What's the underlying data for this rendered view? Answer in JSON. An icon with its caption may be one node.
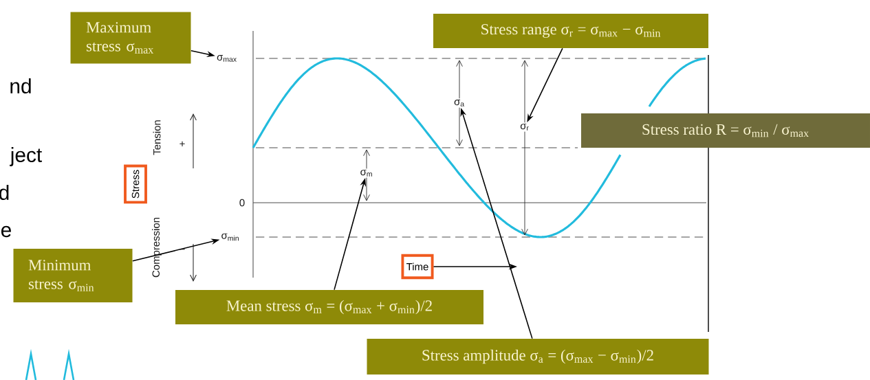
{
  "diagram": {
    "nodes": [
      {
        "text": [
          "Maximum stress σ$_{max}$"
        ]
      },
      {
        "text": [
          "σ$_{max}$"
        ]
      },
      {
        "text": [
          "Stress range σ$_{r}$ = σ$_{max}$ − σ$_{min}$"
        ]
      },
      {
        "text": [
          "σ$_{r}$"
        ]
      },
      {
        "text": [
          "Stress ratio R = σ$_{min}$ / σ$_{max}$"
        ]
      },
      {
        "text": [
          "Stress"
        ]
      },
      {
        "text": [
          "Time"
        ]
      },
      {
        "text": [
          "Minimum stress σ$_{min}$"
        ]
      },
      {
        "text": [
          "σ$_{min}$"
        ]
      },
      {
        "text": [
          "Mean stress σ$_{m}$ = (σ$_{max}$ + σ$_{min}$)/2"
        ]
      },
      {
        "text": [
          "σ$_{m}$"
        ]
      },
      {
        "text": [
          "Stress amplitude σ$_{a}$ = (σ$_{max}$ − σ$_{min}$)/2"
        ]
      },
      {
        "text": [
          "σ$_{a}$"
        ]
      }
    ],
    "edges": [
      {
        "from": 0,
        "to": 1,
        "arrow": "to"
      },
      {
        "from": 2,
        "to": 3,
        "arrow": "to"
      },
      {
        "from": 6,
        "to": null,
        "arrow": "to"
      },
      {
        "from": 7,
        "to": 8,
        "arrow": "to"
      },
      {
        "from": 9,
        "to": 10,
        "arrow": "to"
      },
      {
        "from": 11,
        "to": 12,
        "arrow": "to"
      }
    ],
    "labels": [
      "nd",
      "Tension",
      "+",
      "ject",
      "d",
      "0",
      "e",
      "Compression",
      "−"
    ]
  }
}
